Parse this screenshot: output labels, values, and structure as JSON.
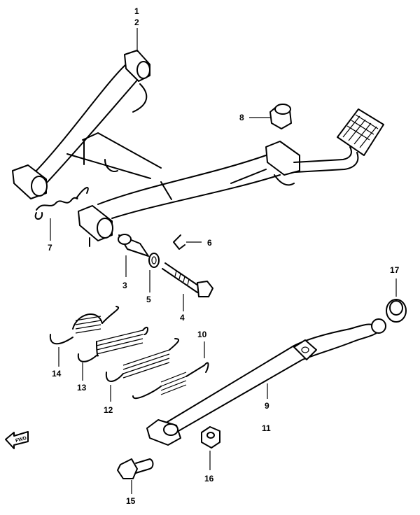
{
  "labels": {
    "l1": "1",
    "l2": "2",
    "l3": "3",
    "l4": "4",
    "l5": "5",
    "l6": "6",
    "l7": "7",
    "l8": "8",
    "l9": "9",
    "l10": "10",
    "l11": "11",
    "l12": "12",
    "l13": "13",
    "l14": "14",
    "l15": "15",
    "l16": "16",
    "l17": "17"
  },
  "fwd_label": "FWD",
  "colors": {
    "ink": "#000000",
    "paper": "#ffffff"
  }
}
